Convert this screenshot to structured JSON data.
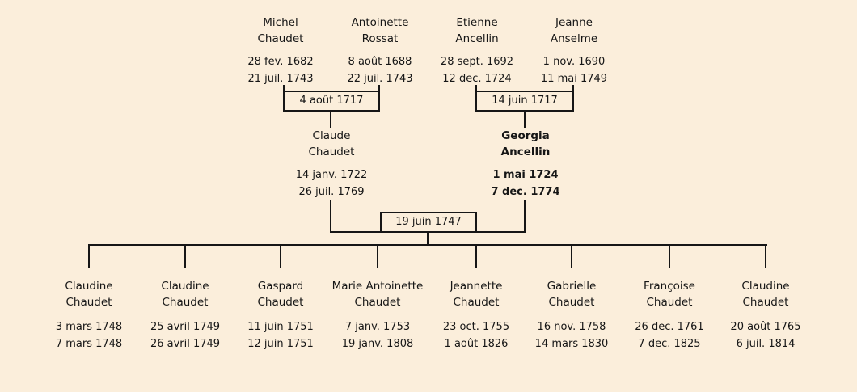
{
  "page": {
    "background_color": "#fbeedb",
    "line_color": "#161616"
  },
  "tree": {
    "grandparents": [
      {
        "given": "Michel",
        "surname": "Chaudet",
        "birth": "28 fev. 1682",
        "death": "21 juil. 1743"
      },
      {
        "given": "Antoinette",
        "surname": "Rossat",
        "birth": "8 août 1688",
        "death": "22 juil. 1743"
      },
      {
        "given": "Etienne",
        "surname": "Ancellin",
        "birth": "28 sept. 1692",
        "death": "12 dec. 1724"
      },
      {
        "given": "Jeanne",
        "surname": "Anselme",
        "birth": "1 nov. 1690",
        "death": "11 mai 1749"
      }
    ],
    "grandparent_marriages": [
      {
        "date": "4 août 1717"
      },
      {
        "date": "14 juin 1717"
      }
    ],
    "parents": [
      {
        "given": "Claude",
        "surname": "Chaudet",
        "birth": "14 janv. 1722",
        "death": "26 juil. 1769"
      },
      {
        "given": "Georgia",
        "surname": "Ancellin",
        "birth": "1 mai 1724",
        "death": "7 dec. 1774"
      }
    ],
    "parents_marriage": {
      "date": "19 juin 1747"
    },
    "children": [
      {
        "given": "Claudine",
        "surname": "Chaudet",
        "birth": "3 mars 1748",
        "death": "7 mars 1748"
      },
      {
        "given": "Claudine",
        "surname": "Chaudet",
        "birth": "25 avril 1749",
        "death": "26 avril 1749"
      },
      {
        "given": "Gaspard",
        "surname": "Chaudet",
        "birth": "11 juin 1751",
        "death": "12 juin 1751"
      },
      {
        "given": "Marie Antoinette",
        "surname": "Chaudet",
        "birth": "7 janv. 1753",
        "death": "19 janv. 1808"
      },
      {
        "given": "Jeannette",
        "surname": "Chaudet",
        "birth": "23 oct. 1755",
        "death": "1 août 1826"
      },
      {
        "given": "Gabrielle",
        "surname": "Chaudet",
        "birth": "16 nov. 1758",
        "death": "14 mars 1830"
      },
      {
        "given": "Françoise",
        "surname": "Chaudet",
        "birth": "26 dec. 1761",
        "death": "7 dec. 1825"
      },
      {
        "given": "Claudine",
        "surname": "Chaudet",
        "birth": "20 août 1765",
        "death": "6 juil. 1814"
      }
    ]
  }
}
